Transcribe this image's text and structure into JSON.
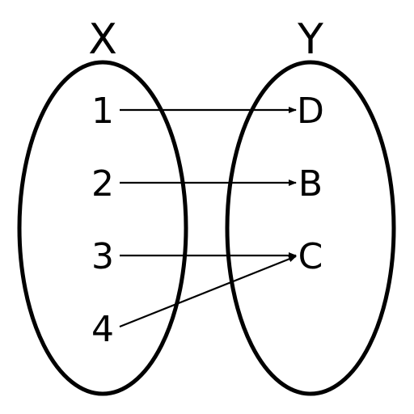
{
  "sets": {
    "domain": {
      "title": "X",
      "elements": [
        "1",
        "2",
        "3",
        "4"
      ]
    },
    "codomain": {
      "title": "Y",
      "elements": [
        "D",
        "B",
        "C"
      ]
    }
  },
  "mapping": [
    {
      "from": "1",
      "to": "D"
    },
    {
      "from": "2",
      "to": "B"
    },
    {
      "from": "3",
      "to": "C"
    },
    {
      "from": "4",
      "to": "C"
    }
  ],
  "colors": {
    "stroke": "#000000",
    "background": "#ffffff"
  }
}
